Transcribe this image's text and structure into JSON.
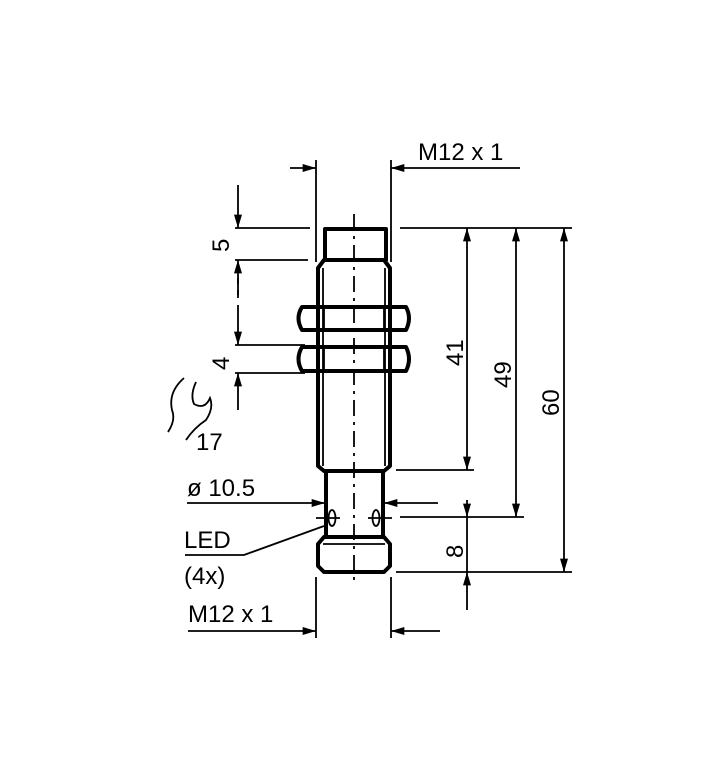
{
  "drawing": {
    "thread_top_label": "M12 x 1",
    "thread_bottom_label": "M12 x 1",
    "dim_cap_length": "5",
    "dim_nut_thickness": "4",
    "wrench_size": "17",
    "dim_diameter": "ø 10.5",
    "led_label": "LED",
    "led_count": "(4x)",
    "dim_41": "41",
    "dim_49": "49",
    "dim_60": "60",
    "dim_8": "8"
  }
}
